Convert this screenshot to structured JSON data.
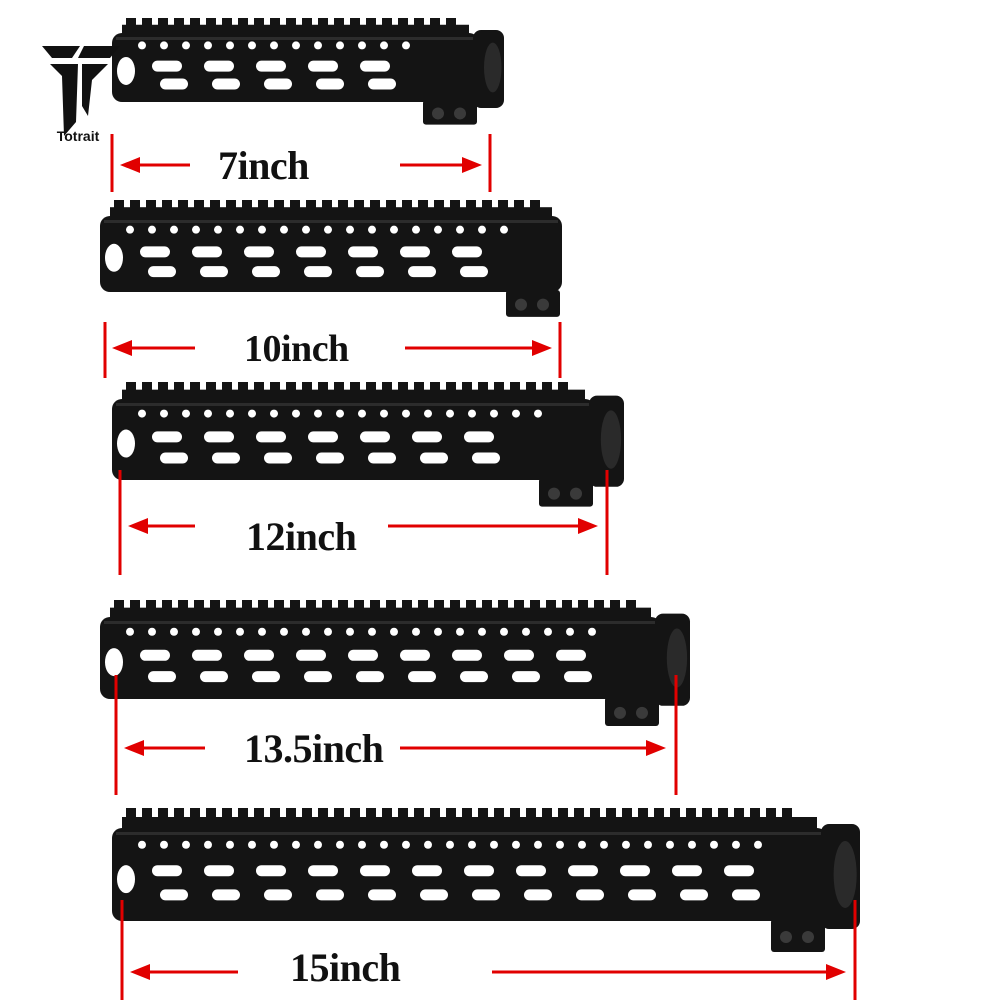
{
  "brand": {
    "name": "Totrait"
  },
  "colors": {
    "rail": "#141414",
    "rail_edge": "#2c2c2c",
    "arrow": "#e10000",
    "label": "#111111"
  },
  "items": [
    {
      "label": "7inch"
    },
    {
      "label": "10inch"
    },
    {
      "label": "12inch"
    },
    {
      "label": "13.5inch"
    },
    {
      "label": "15inch"
    }
  ]
}
